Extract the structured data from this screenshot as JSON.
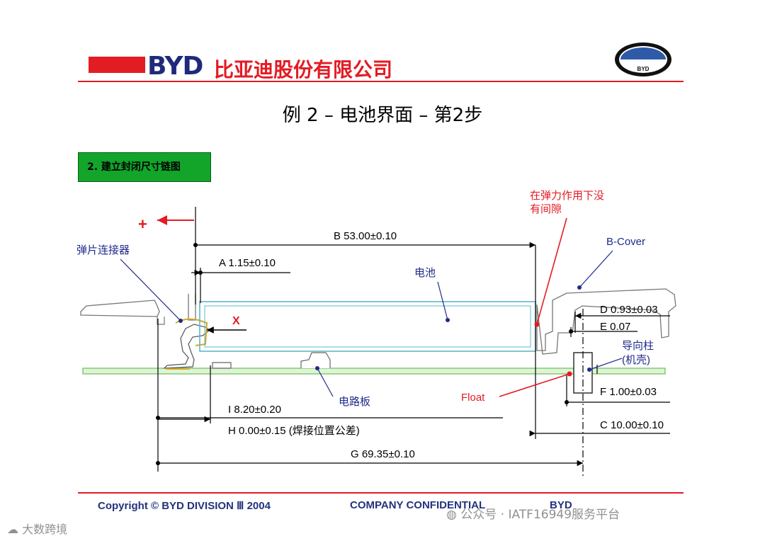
{
  "header": {
    "brand": "BYD",
    "company_name": "比亚迪股份有限公司",
    "logo_text": "BYD",
    "colors": {
      "brand_red": "#e31b23",
      "brand_blue": "#1f2a7a"
    }
  },
  "slide": {
    "title": "例 2 – 电池界面 – 第2步",
    "step_label": "2. 建立封闭尺寸链图",
    "step_color": "#12a52a"
  },
  "diagram": {
    "dimensions": {
      "A": "A 1.15±0.10",
      "B": "B 53.00±0.10",
      "C": "C 10.00±0.10",
      "D": "D 0.93±0.03",
      "E": "E 0.07",
      "F": "F 1.00±0.03",
      "G": "G 69.35±0.10",
      "H": "H 0.00±0.15 (焊接位置公差)",
      "I": "I 8.20±0.20"
    },
    "labels": {
      "plus": "+",
      "x_mark": "X",
      "spring_connector": "弹片连接器",
      "battery": "电池",
      "b_cover": "B-Cover",
      "no_gap": [
        "在弹力作用下没",
        "有间隙"
      ],
      "guide_pin": [
        "导向柱",
        "(机壳)"
      ],
      "float": "Float",
      "pcb": "电路板"
    },
    "colors": {
      "dimension": "#000000",
      "leader": "#1f2a8a",
      "red_annotation": "#e31b23",
      "battery_outline": "#5fb8c8",
      "pcb": "#7ec96a"
    }
  },
  "footer": {
    "copyright": "Copyright © BYD  DIVISION Ⅲ 2004",
    "confidential": "COMPANY CONFIDENTIAL",
    "right": "BYD"
  },
  "watermarks": {
    "left": "大数跨境",
    "right": "公众号 · IATF16949服务平台"
  }
}
